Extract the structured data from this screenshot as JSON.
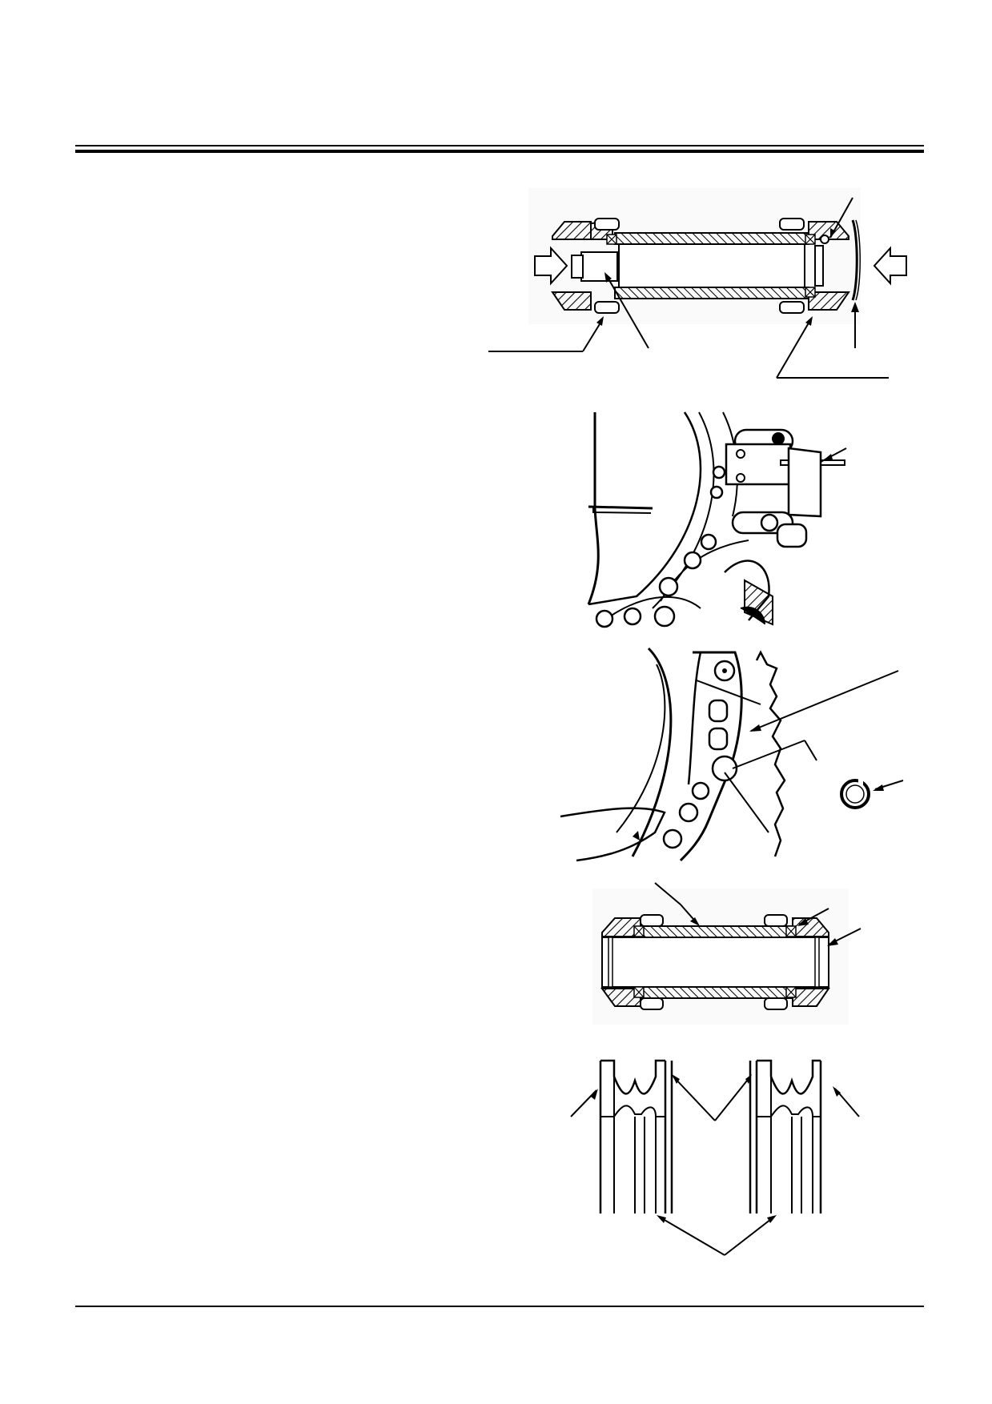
{
  "page": {
    "body_text": "",
    "figures": [
      {
        "id": "fig1",
        "icon": "bushing-press-cross-section"
      },
      {
        "id": "fig2",
        "icon": "sprocket-chain-press-tool"
      },
      {
        "id": "fig3",
        "icon": "sprocket-with-snap-ring"
      },
      {
        "id": "fig4",
        "icon": "bushing-cross-section"
      },
      {
        "id": "fig5",
        "icon": "sprocket-teeth-profile"
      }
    ]
  }
}
